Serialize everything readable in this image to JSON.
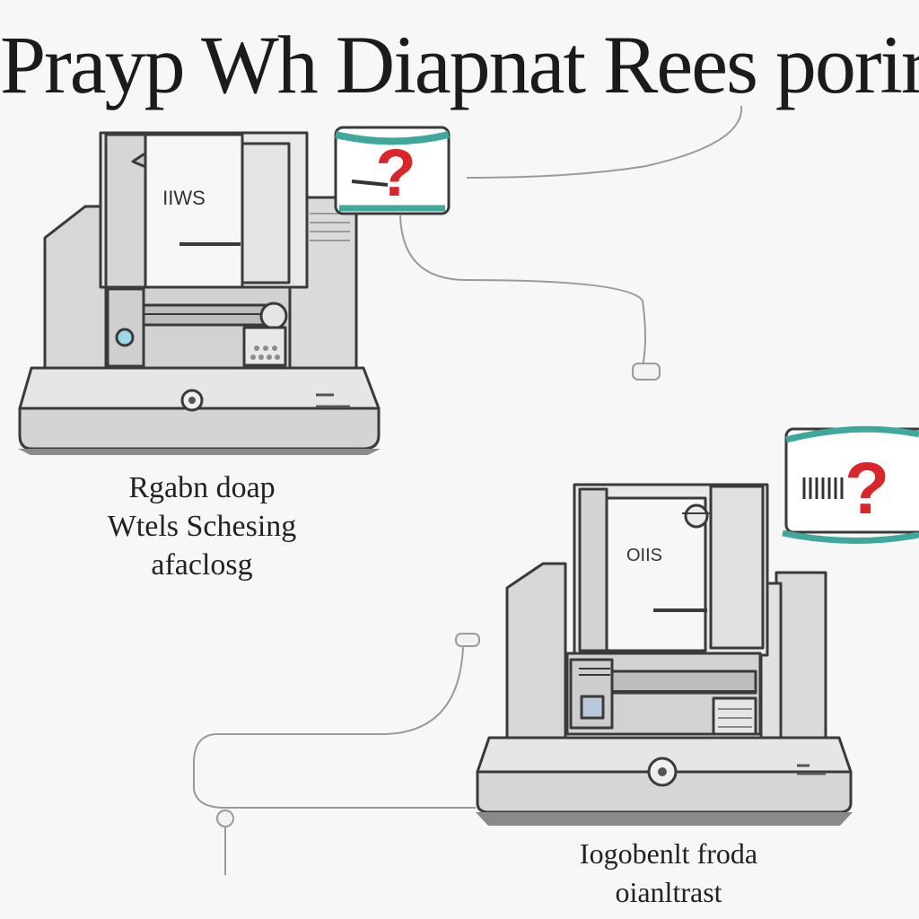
{
  "title": "Prayp Wh Diapnat Rees porire",
  "printer_top": {
    "label": "IIWS",
    "popup_symbol": "?"
  },
  "printer_bottom": {
    "label": "OIIS",
    "popup_symbol": "?"
  },
  "caption_left": [
    "Rgabn doap",
    "Wtels Schesing",
    "afaclosg"
  ],
  "caption_bottom": [
    "Iogobenlt froda",
    "oianltrast"
  ],
  "colors": {
    "teal_accent": "#3fa89a",
    "alert_red": "#d8262a",
    "printer_gray": "#dcdcdc",
    "outline": "#3a3a3a"
  }
}
